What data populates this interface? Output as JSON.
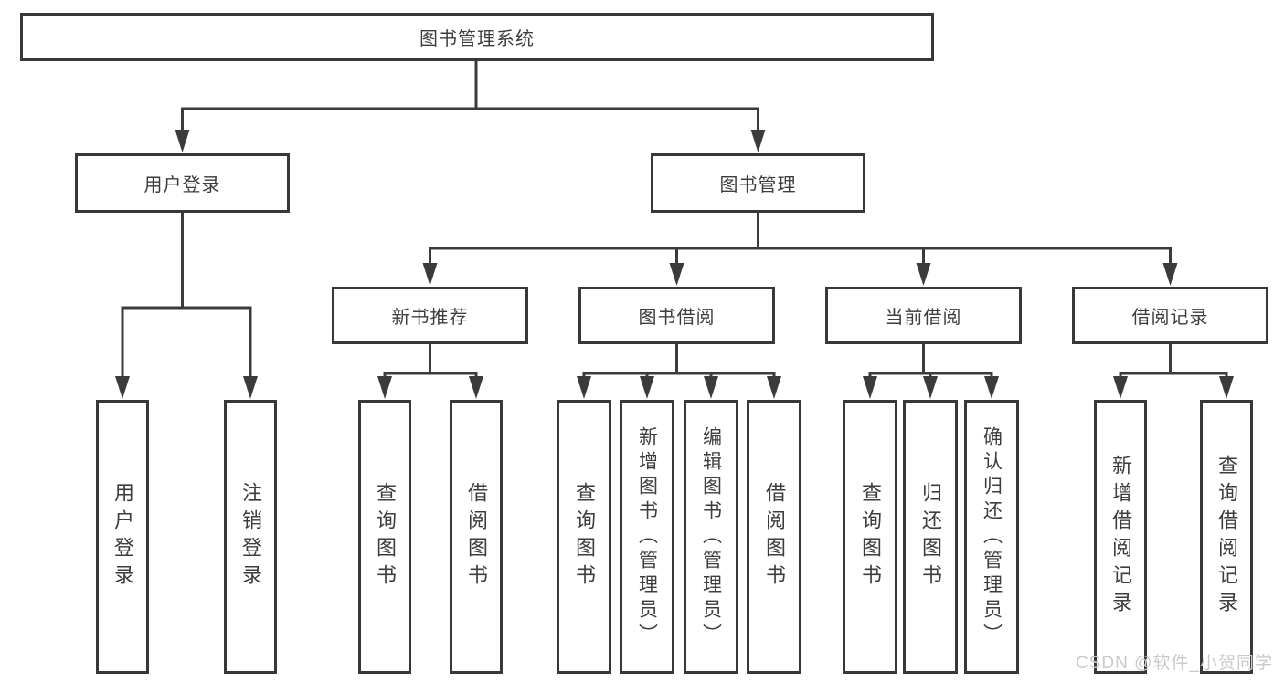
{
  "diagram": {
    "root": {
      "label": "图书管理系统"
    },
    "level2": [
      {
        "label": "用户登录"
      },
      {
        "label": "图书管理"
      }
    ],
    "level3": [
      {
        "label": "新书推荐"
      },
      {
        "label": "图书借阅"
      },
      {
        "label": "当前借阅"
      },
      {
        "label": "借阅记录"
      }
    ],
    "leaves": {
      "user": [
        {
          "label": "用户登录"
        },
        {
          "label": "注销登录"
        }
      ],
      "recommend": [
        {
          "label": "查询图书"
        },
        {
          "label": "借阅图书"
        }
      ],
      "borrow": [
        {
          "label": "查询图书"
        },
        {
          "label": "新增图书（管理员）"
        },
        {
          "label": "编辑图书（管理员）"
        },
        {
          "label": "借阅图书"
        }
      ],
      "current": [
        {
          "label": "查询图书"
        },
        {
          "label": "归还图书"
        },
        {
          "label": "确认归还（管理员）"
        }
      ],
      "records": [
        {
          "label": "新增借阅记录"
        },
        {
          "label": "查询借阅记录"
        }
      ]
    }
  },
  "watermark": {
    "text": "CSDN @软件_小贺同学"
  },
  "colors": {
    "line": "#3b3b3b",
    "border": "#383838",
    "text": "#3d3d3d",
    "watermark": "#c9c9c9",
    "background": "#ffffff"
  }
}
